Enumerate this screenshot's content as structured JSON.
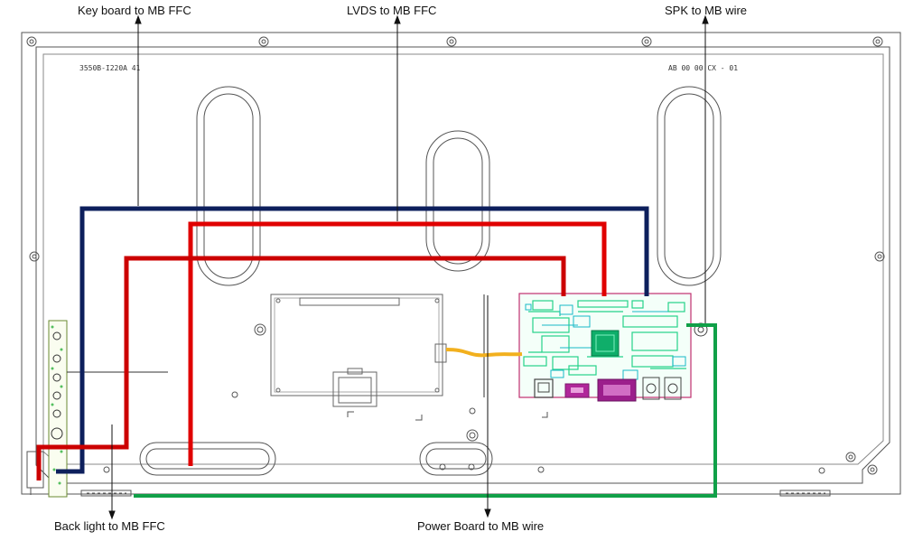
{
  "labels": {
    "keyboard": "Key board to MB FFC",
    "lvds": "LVDS  to MB  FFC",
    "spk": "SPK to MB  wire",
    "backlight": "Back light  to MB FFC",
    "power": "Power Board to MB wire"
  },
  "panel_codes": {
    "left": "3550B-I220A  41",
    "right": "AB  00  00  CX  -  01"
  },
  "colors": {
    "keyboard_cable": "#0d1f5c",
    "lvds_cable": "#e00000",
    "backlight_cable": "#cc0000",
    "spk_cable": "#10a048",
    "power_wire": "#f2b01e",
    "board_green": "#25d28a",
    "board_cyan": "#17b8c8",
    "board_magenta": "#b0279a",
    "outline": "#555555"
  }
}
